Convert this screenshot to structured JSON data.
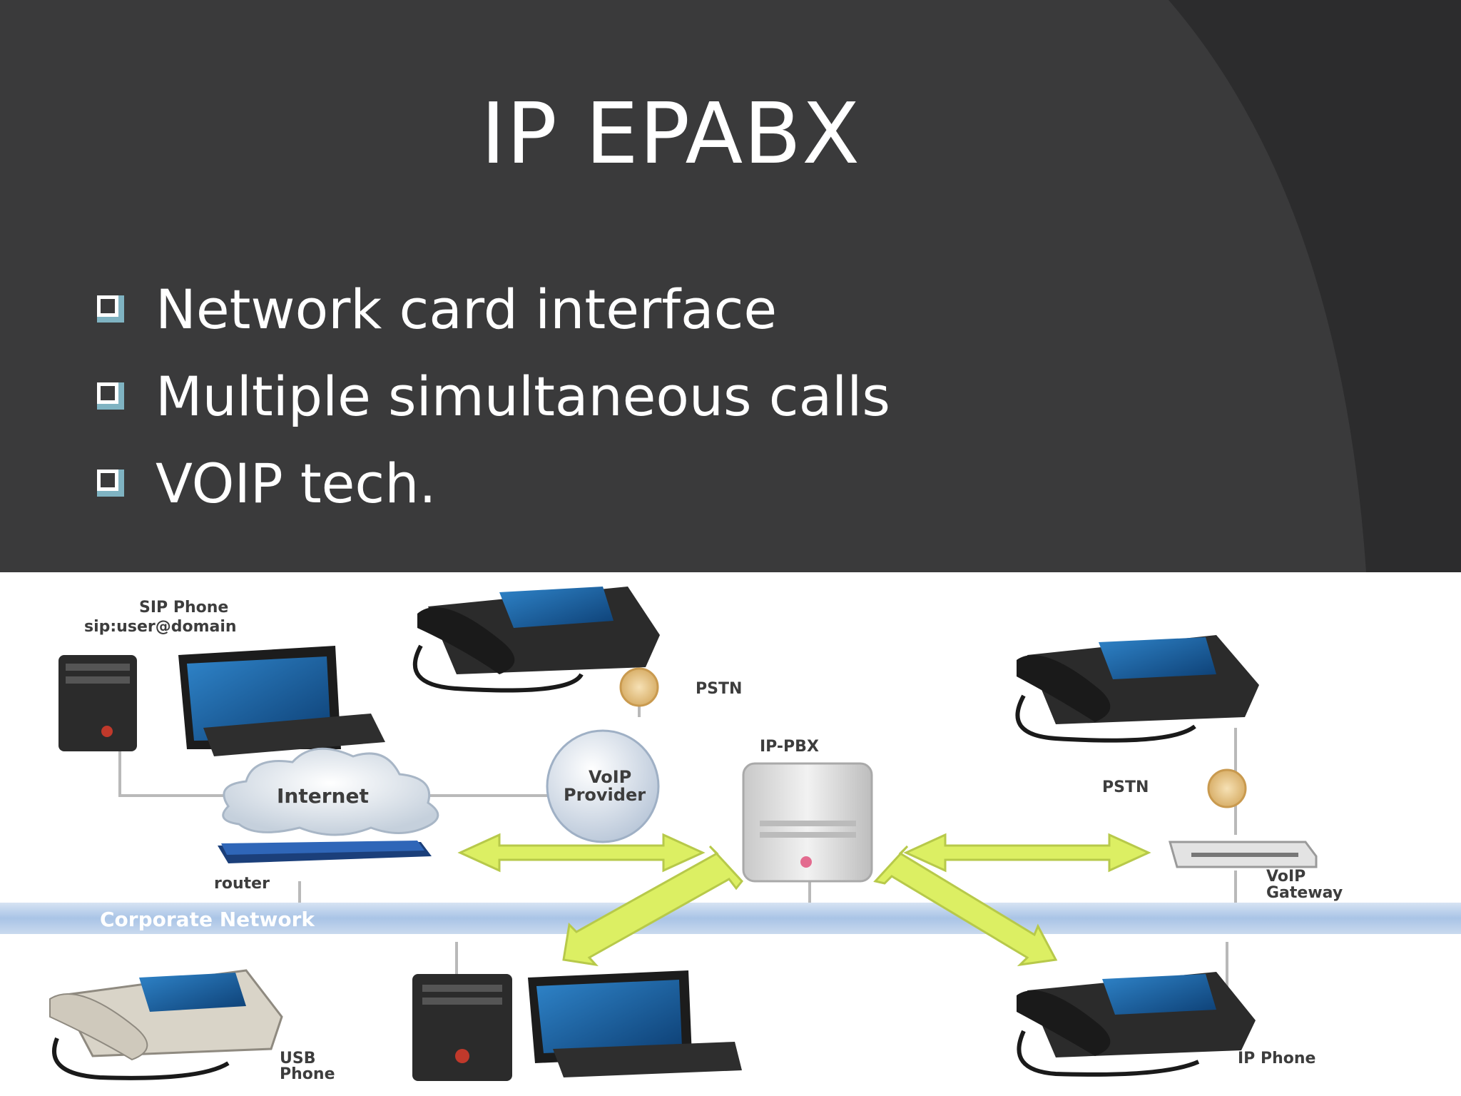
{
  "slide": {
    "title": "IP EPABX",
    "bullets": [
      "Network card interface",
      "Multiple simultaneous calls",
      "VOIP tech."
    ]
  },
  "diagram": {
    "labels": {
      "sip_phone_title": "SIP Phone",
      "sip_phone_address": "sip:user@domain",
      "pstn_top": "PSTN",
      "ip_pbx": "IP-PBX",
      "internet": "Internet",
      "voip_provider_line1": "VoIP",
      "voip_provider_line2": "Provider",
      "pstn_right": "PSTN",
      "router": "router",
      "voip_gateway_line1": "VoIP",
      "voip_gateway_line2": "Gateway",
      "corporate_network": "Corporate Network",
      "usb_phone_line1": "USB",
      "usb_phone_line2": "Phone",
      "ip_phone": "IP Phone"
    }
  },
  "colors": {
    "background": "#3a3a3b",
    "arc_band": "#2c2c2d",
    "title_text": "#ffffff",
    "bullet_box": "#7fb3c2",
    "arrow": "#dcef63",
    "network_bar": "#a9c4e6"
  }
}
